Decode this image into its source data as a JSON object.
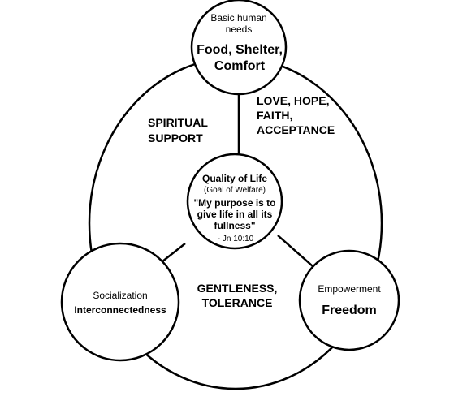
{
  "top_node": {
    "subtitle": "Basic human needs",
    "title": "Food, Shelter, Comfort"
  },
  "center_node": {
    "title": "Quality of Life",
    "subtitle": "(Goal of Welfare)",
    "quote": "\"My purpose is to give life in all its fullness\"",
    "citation": "- Jn 10:10"
  },
  "left_node": {
    "subtitle": "Socialization",
    "title": "Interconnectedness"
  },
  "right_node": {
    "subtitle": "Empowerment",
    "title": "Freedom"
  },
  "regions": {
    "left_upper": "SPIRITUAL SUPPORT",
    "right_upper": "LOVE, HOPE, FAITH, ACCEPTANCE",
    "bottom": "GENTLENESS, TOLERANCE"
  }
}
